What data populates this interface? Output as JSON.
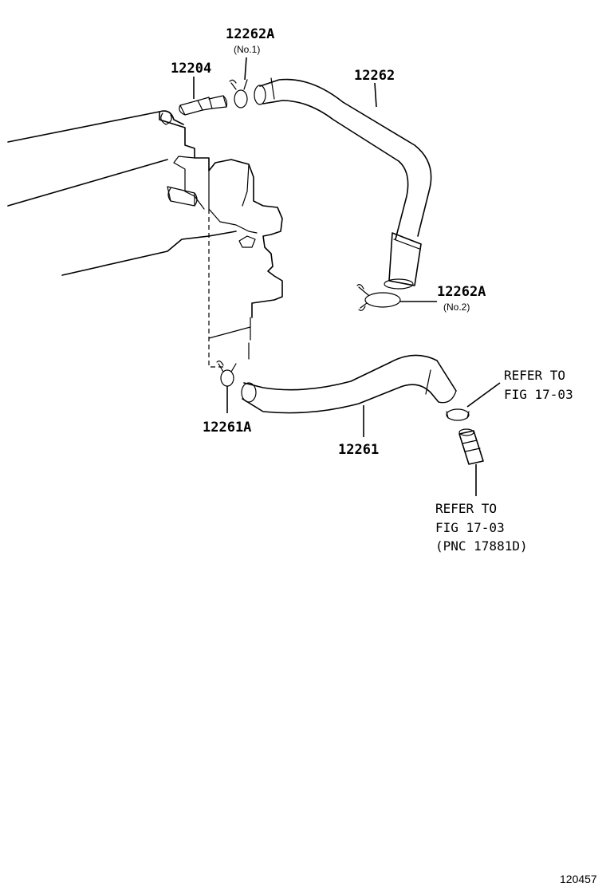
{
  "parts": {
    "p12262A_no1": {
      "number": "12262A",
      "sub": "(No.1)"
    },
    "p12204": {
      "number": "12204"
    },
    "p12262": {
      "number": "12262"
    },
    "p12262A_no2": {
      "number": "12262A",
      "sub": "(No.2)"
    },
    "p12261A": {
      "number": "12261A"
    },
    "p12261": {
      "number": "12261"
    }
  },
  "refs": {
    "ref1": {
      "line1": "REFER TO",
      "line2": "FIG 17-03"
    },
    "ref2": {
      "line1": "REFER TO",
      "line2": "FIG 17-03",
      "line3": "(PNC 17881D)"
    }
  },
  "figure_id": "120457"
}
